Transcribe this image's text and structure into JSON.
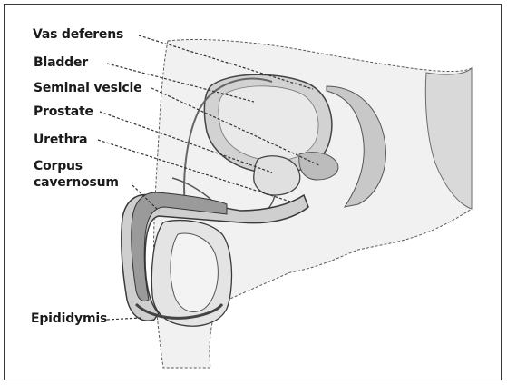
{
  "labels": {
    "vas_deferens": "Vas deferens",
    "bladder": "Bladder",
    "seminal_vesicle": "Seminal vesicle",
    "prostate": "Prostate",
    "urethra": "Urethra",
    "corpus_cavernosum_line1": "Corpus",
    "corpus_cavernosum_line2": "cavernosum",
    "epididymis": "Epididymis"
  },
  "colors": {
    "outline": "#3a3a3a",
    "tissue_light": "#e6e6e6",
    "tissue_mid": "#bdbdbd",
    "tissue_dark": "#8c8c8c",
    "leader": "#333333"
  }
}
